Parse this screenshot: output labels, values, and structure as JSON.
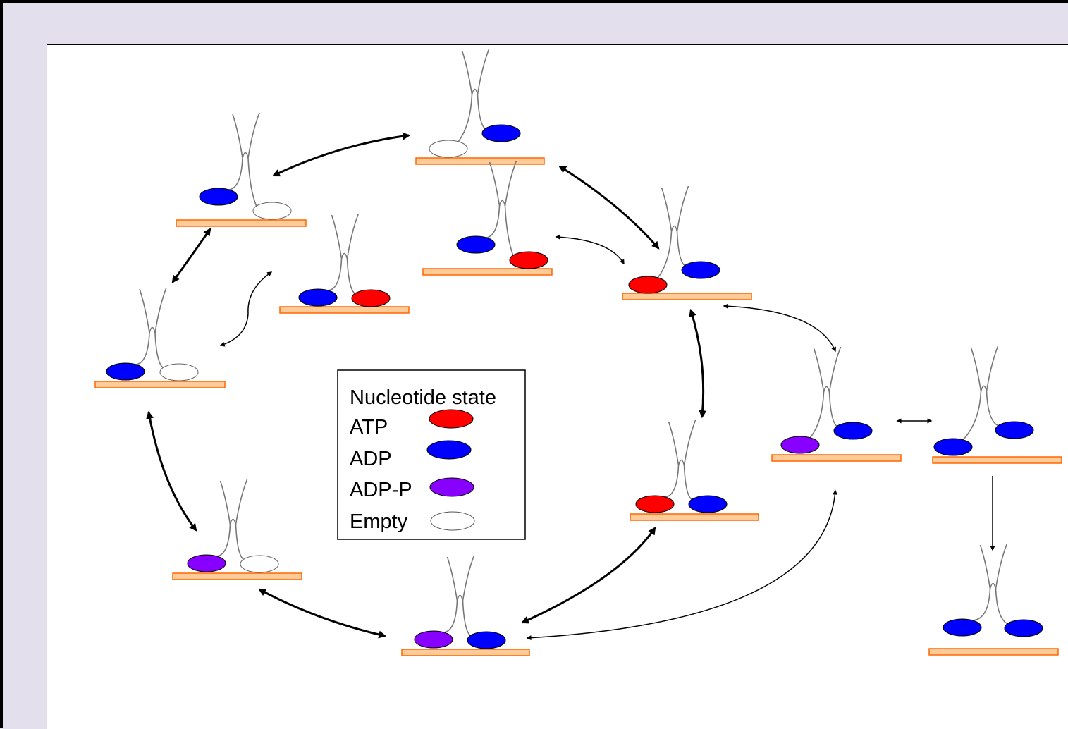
{
  "colors": {
    "atp": "#ff0000",
    "adp": "#0000ff",
    "adp_p": "#8800ff",
    "empty": "#ffffff",
    "actin_fill": "#ffcc99",
    "actin_stroke": "#ff6600",
    "legend_border": "#000000",
    "background": "#e4dfec"
  },
  "legend": {
    "title": "Nucleotide state",
    "items": [
      {
        "label": "ATP",
        "state": "atp"
      },
      {
        "label": "ADP",
        "state": "adp"
      },
      {
        "label": "ADP-P",
        "state": "adp_p"
      },
      {
        "label": "Empty",
        "state": "empty"
      }
    ]
  },
  "states": [
    {
      "id": "s1",
      "rear": "empty",
      "front": "adp"
    },
    {
      "id": "s2",
      "rear": "adp",
      "front": "empty"
    },
    {
      "id": "s3",
      "rear": "adp",
      "front": "atp"
    },
    {
      "id": "s4",
      "rear": "adp",
      "front": "atp"
    },
    {
      "id": "s5",
      "rear": "atp",
      "front": "adp"
    },
    {
      "id": "s6",
      "rear": "adp",
      "front": "empty"
    },
    {
      "id": "s7",
      "rear": "atp",
      "front": "adp"
    },
    {
      "id": "s8",
      "rear": "adp_p",
      "front": "adp"
    },
    {
      "id": "s9",
      "rear": "adp",
      "front": "adp"
    },
    {
      "id": "s10",
      "rear": "adp_p",
      "front": "empty"
    },
    {
      "id": "s11",
      "rear": "adp_p",
      "front": "adp"
    },
    {
      "id": "s12",
      "rear": "adp",
      "front": "adp"
    }
  ]
}
